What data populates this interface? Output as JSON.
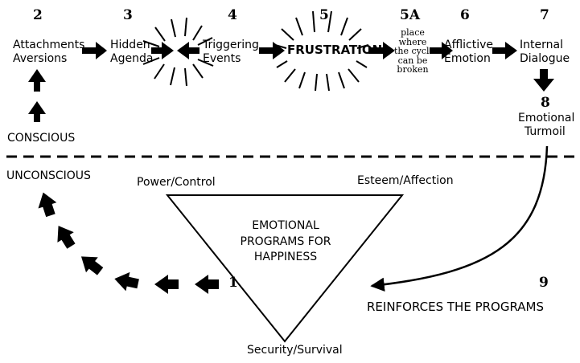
{
  "steps": {
    "s2": {
      "number": "2",
      "line1": "Attachments",
      "line2": "Aversions"
    },
    "s3": {
      "number": "3",
      "line1": "Hidden",
      "line2": "Agenda"
    },
    "s4": {
      "number": "4",
      "line1": "Triggering",
      "line2": "Events"
    },
    "s5": {
      "number": "5",
      "label": "FRUSTRATION"
    },
    "s5a": {
      "number": "5A",
      "line1": "place",
      "line2": "where",
      "line3": "the cycle",
      "line4": "can be",
      "line5": "broken"
    },
    "s6": {
      "number": "6",
      "line1": "Afflictive",
      "line2": "Emotion"
    },
    "s7": {
      "number": "7",
      "line1": "Internal",
      "line2": "Dialogue"
    },
    "s8": {
      "number": "8",
      "line1": "Emotional",
      "line2": "Turmoil"
    },
    "s9": {
      "number": "9",
      "label": "REINFORCES THE PROGRAMS"
    },
    "s1": {
      "number": "1"
    }
  },
  "levels": {
    "conscious": "CONSCIOUS",
    "unconscious": "UNCONSCIOUS"
  },
  "triangle": {
    "line1": "EMOTIONAL",
    "line2": "PROGRAMS FOR",
    "line3": "HAPPINESS",
    "top_left": "Power/Control",
    "top_right": "Esteem/Affection",
    "bottom": "Security/Survival"
  }
}
